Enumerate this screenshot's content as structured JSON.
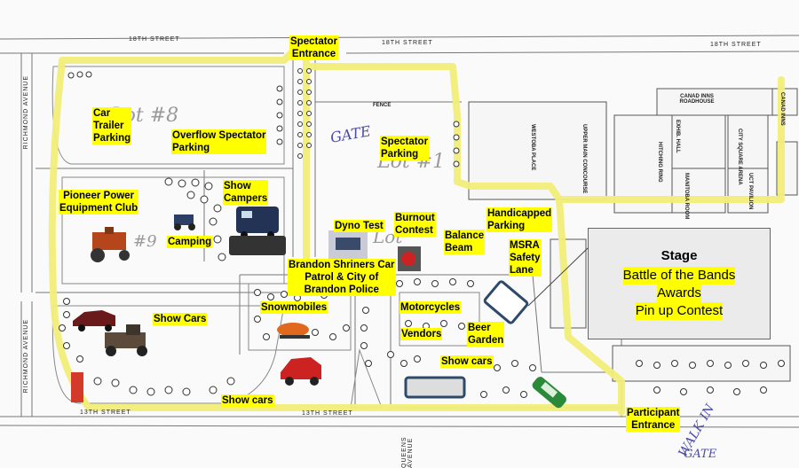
{
  "streets": {
    "top_left": "18TH STREET",
    "top_mid": "18TH STREET",
    "top_right": "18TH STREET",
    "bottom_left": "13TH STREET",
    "bottom_mid": "13TH STREET",
    "richmond_upper": "RICHMOND AVENUE",
    "richmond_lower": "RICHMOND AVENUE",
    "queens": "QUEENS AVENUE"
  },
  "buildings": {
    "fence": "FENCE",
    "westoba": "WESTOBA PLACE",
    "upper_main": "UPPER MAIN CONCOURSE",
    "canad_inns": "CANAD INNS ROADHOUSE",
    "canad_inns_short": "CANAD INNS",
    "exhib_hall": "EXHIB. HALL",
    "hitching_ring": "HITCHING RING",
    "city_square": "CITY SQUARE ARENA",
    "manitoba_room": "MANITOBA ROOM",
    "uct_pavilion": "UCT PAVILION"
  },
  "handwriting": {
    "gate_top": "GATE",
    "lot8": "Lot #8",
    "lot1": "Lot #1",
    "lot9": "#9",
    "lot_mid": "Lot",
    "walk_in": "WALK IN",
    "gate_bottom": "GATE"
  },
  "labels": {
    "spectator_entrance": [
      "Spectator",
      "Entrance"
    ],
    "car_trailer": [
      "Car",
      "Trailer",
      "Parking"
    ],
    "overflow": [
      "Overflow Spectator",
      "Parking"
    ],
    "spectator_parking": [
      "Spectator",
      "Parking"
    ],
    "pioneer": [
      "Pioneer Power",
      "Equipment Club"
    ],
    "show_campers": [
      "Show",
      "Campers"
    ],
    "camping": "Camping",
    "dyno": "Dyno Test",
    "burnout": [
      "Burnout",
      "Contest"
    ],
    "balance": [
      "Balance",
      "Beam"
    ],
    "handicapped": [
      "Handicapped",
      "Parking"
    ],
    "msra": [
      "MSRA",
      "Safety",
      "Lane"
    ],
    "shriners": [
      "Brandon Shriners Car",
      "Patrol & City of",
      "Brandon Police"
    ],
    "show_cars_left": "Show Cars",
    "snowmobiles": "Snowmobiles",
    "motorcycles": "Motorcycles",
    "vendors": "Vendors",
    "beer": [
      "Beer",
      "Garden"
    ],
    "show_cars_mid": "Show cars",
    "show_cars_bottom": "Show cars",
    "participant": [
      "Participant",
      "Entrance"
    ]
  },
  "stage": {
    "title": "Stage",
    "lines": [
      "Battle of the Bands",
      "Awards",
      "Pin up Contest"
    ]
  },
  "colors": {
    "route": "#f2ef7a",
    "label_bg": "#ffff00",
    "stage_bg": "#ebebeb"
  }
}
